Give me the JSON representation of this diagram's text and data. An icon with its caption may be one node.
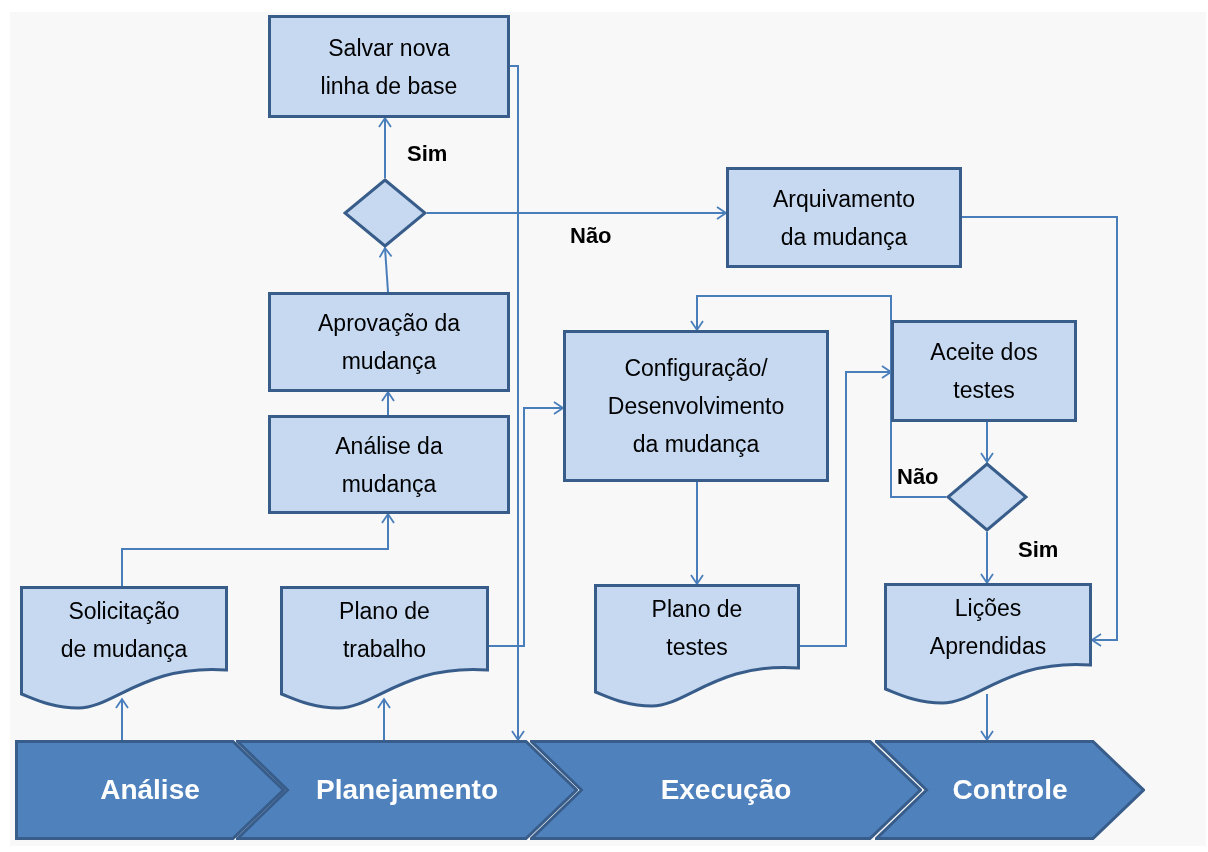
{
  "diagram": {
    "nodes": [
      {
        "text": [
          "Salvar nova linha de base"
        ]
      },
      {
        "text": [],
        "shape": "diamond"
      },
      {
        "text": [
          "Arquivamento da mudança"
        ]
      },
      {
        "text": [
          "Aprovação da mudança"
        ]
      },
      {
        "text": [
          "Análise da mudança"
        ]
      },
      {
        "text": [
          "Configuração/ Desenvolvimento da mudança"
        ]
      },
      {
        "text": [
          "Aceite dos testes"
        ]
      },
      {
        "text": [],
        "shape": "diamond"
      },
      {
        "text": [
          "Solicitação de mudança"
        ]
      },
      {
        "text": [
          "Plano de trabalho"
        ]
      },
      {
        "text": [
          "Plano de testes"
        ]
      },
      {
        "text": [
          "Lições Aprendidas"
        ]
      },
      {
        "text": [
          "Análise"
        ]
      },
      {
        "text": [
          "Planejamento"
        ]
      },
      {
        "text": [
          "Execução"
        ]
      },
      {
        "text": [
          "Controle"
        ]
      }
    ],
    "edges": [
      {
        "from": 12,
        "to": 8,
        "arrow": "to"
      },
      {
        "from": 13,
        "to": 9,
        "arrow": "to"
      },
      {
        "from": 8,
        "to": 4,
        "arrow": "to"
      },
      {
        "from": 4,
        "to": 3,
        "arrow": "to"
      },
      {
        "from": 3,
        "to": 1,
        "arrow": "to"
      },
      {
        "from": 1,
        "to": 0,
        "arrow": "to",
        "label": "Sim"
      },
      {
        "from": 1,
        "to": 2,
        "arrow": "to",
        "label": "Não"
      },
      {
        "from": 0,
        "to": 13,
        "arrow": "to"
      },
      {
        "from": 9,
        "to": 5,
        "arrow": "to"
      },
      {
        "from": 5,
        "to": 10,
        "arrow": "to"
      },
      {
        "from": 10,
        "to": 6,
        "arrow": "to"
      },
      {
        "from": 6,
        "to": 7,
        "arrow": "to"
      },
      {
        "from": 7,
        "to": 5,
        "arrow": "to",
        "label": "Não"
      },
      {
        "from": 7,
        "to": 11,
        "arrow": "to",
        "label": "Sim"
      },
      {
        "from": 2,
        "to": 11,
        "arrow": "to"
      },
      {
        "from": 11,
        "to": 15,
        "arrow": "to"
      }
    ]
  }
}
